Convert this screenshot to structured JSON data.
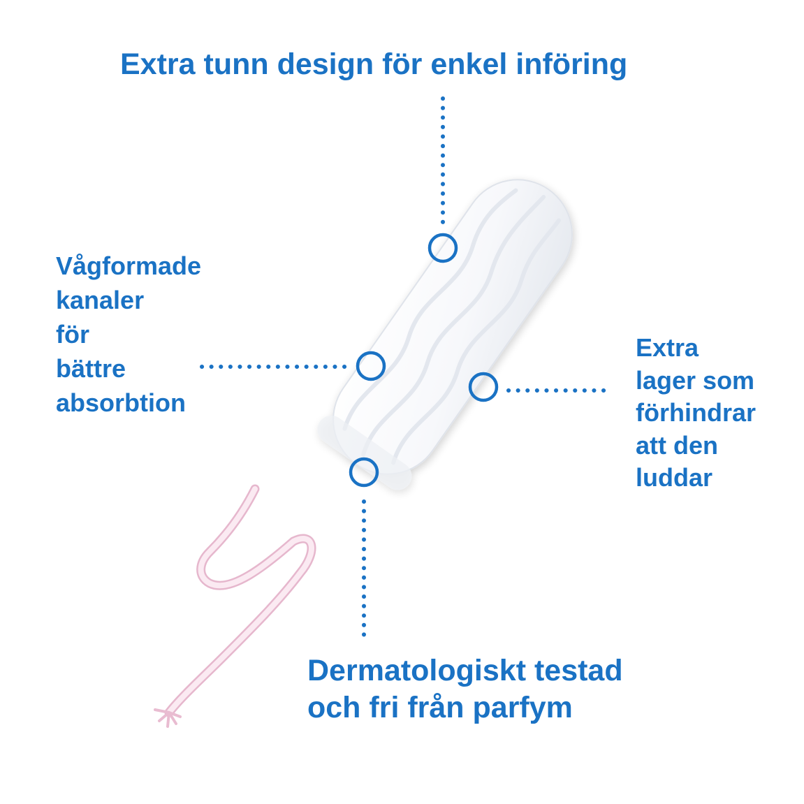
{
  "colors": {
    "accent": "#1a72c4",
    "tampon_body": "#ffffff",
    "tampon_shadow": "#d9dde4",
    "string": "#f3dbe8",
    "string_edge": "#e6b7cd"
  },
  "callouts": {
    "top": {
      "lines": [
        "Extra tunn design för enkel införing"
      ]
    },
    "left": {
      "lines": [
        "Vågformade",
        "kanaler",
        "för",
        "bättre",
        "absorbtion"
      ]
    },
    "right": {
      "lines": [
        "Extra",
        "lager som",
        "förhindrar",
        "att den",
        "luddar"
      ]
    },
    "bottom": {
      "lines": [
        "Dermatologiskt testad",
        "och fri från parfym"
      ]
    }
  }
}
